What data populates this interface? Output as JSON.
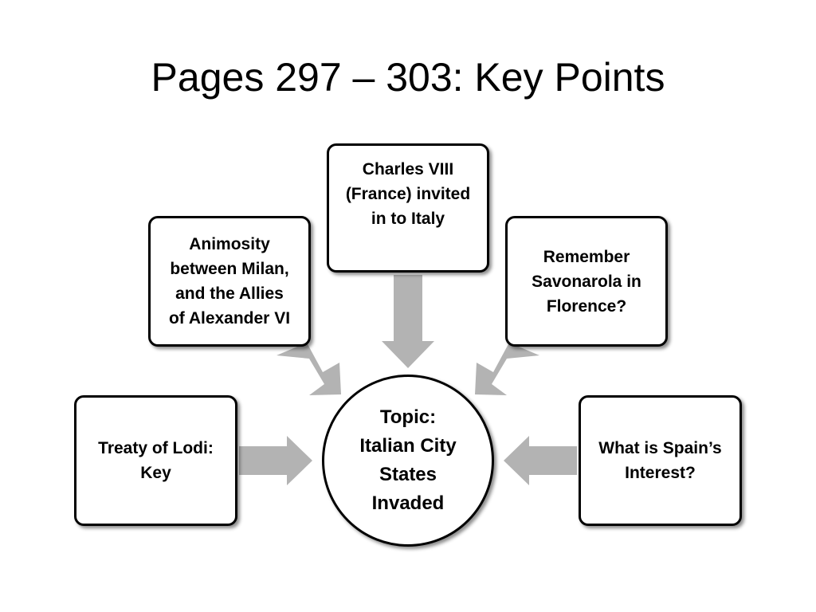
{
  "slide": {
    "title": "Pages 297 – 303: Key Points"
  },
  "diagram": {
    "center": "Topic:\nItalian City\nStates\nInvaded",
    "nodes": {
      "treaty": "Treaty of Lodi:\nKey",
      "animosity": "Animosity\nbetween Milan,\nand the Allies\nof Alexander VI",
      "charles": "Charles VIII\n(France) invited\nin to Italy",
      "savonarola": "Remember\nSavonarola in\nFlorence?",
      "spain": "What is Spain’s\nInterest?"
    },
    "arrow_color": "#b3b3b3"
  }
}
